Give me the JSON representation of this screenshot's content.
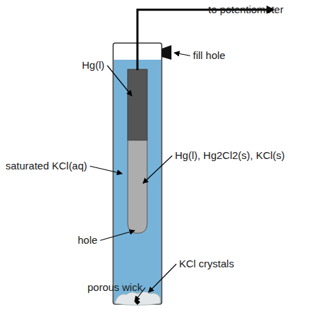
{
  "diagram": {
    "labels": [
      "to potentiometer",
      "fill hole",
      "Hg(l)",
      "Hg(l), Hg2Cl2(s), KCl(s)",
      "saturated KCl(aq)",
      "hole",
      "KCl crystals",
      "porous wick"
    ]
  }
}
